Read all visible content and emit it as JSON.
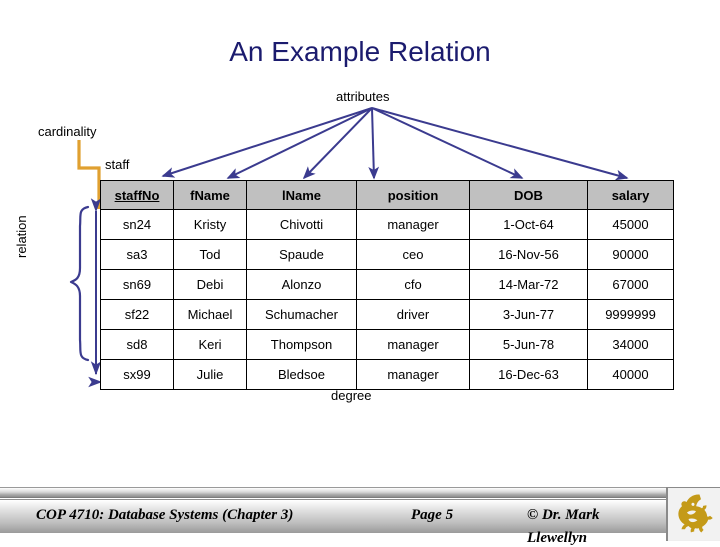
{
  "slide": {
    "title": "An Example Relation",
    "annotations": {
      "attributes": "attributes",
      "cardinality": "cardinality",
      "staff": "staff",
      "relation": "relation",
      "degree": "degree"
    },
    "colors": {
      "title_navy": "#1b1b6e",
      "arrow_navy": "#3b3b8f",
      "bracket_orange": "#e0a030",
      "header_gray": "#c0c0c0",
      "logo_gold": "#c49a18"
    }
  },
  "table": {
    "name": "staff",
    "primary_key": "staffNo",
    "columns": [
      "staffNo",
      "fName",
      "lName",
      "position",
      "DOB",
      "salary"
    ],
    "rows": [
      [
        "sn24",
        "Kristy",
        "Chivotti",
        "manager",
        "1-Oct-64",
        "45000"
      ],
      [
        "sa3",
        "Tod",
        "Spaude",
        "ceo",
        "16-Nov-56",
        "90000"
      ],
      [
        "sn69",
        "Debi",
        "Alonzo",
        "cfo",
        "14-Mar-72",
        "67000"
      ],
      [
        "sf22",
        "Michael",
        "Schumacher",
        "driver",
        "3-Jun-77",
        "9999999"
      ],
      [
        "sd8",
        "Keri",
        "Thompson",
        "manager",
        "5-Jun-78",
        "34000"
      ],
      [
        "sx99",
        "Julie",
        "Bledsoe",
        "manager",
        "16-Dec-63",
        "40000"
      ]
    ]
  },
  "footer": {
    "course": "COP 4710: Database Systems  (Chapter 3)",
    "page": "Page 5",
    "author": "© Dr. Mark",
    "author_line2": "Llewellyn",
    "logo_name": "ucf-pegasus-logo"
  }
}
